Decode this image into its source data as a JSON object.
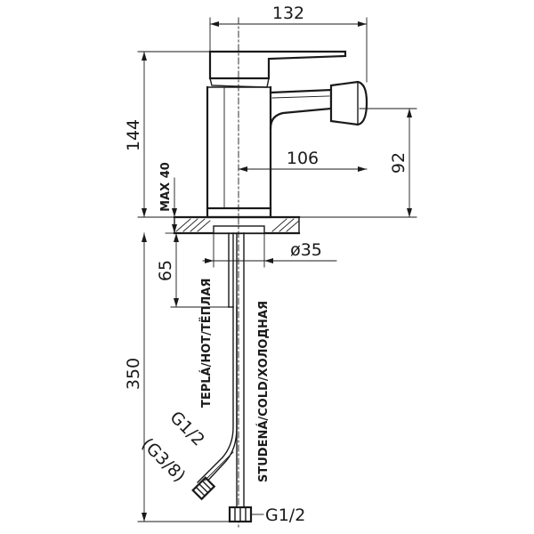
{
  "dimensions": {
    "width_132": "132",
    "height_144": "144",
    "spout_106": "106",
    "height_92": "92",
    "max_40": "MAX 40",
    "diameter_35": "ø35",
    "depth_65": "65",
    "length_350": "350",
    "thread_g12_hose": "G1/2",
    "thread_g38": "(G3/8)",
    "thread_g12_bottom": "G1/2"
  },
  "labels": {
    "hot": "TEPLÁ/HOT/ТЁПЛАЯ",
    "cold": "STUDENÁ/COLD/ХОЛОДНАЯ"
  },
  "colors": {
    "line": "#1a1a1a",
    "background": "#ffffff"
  }
}
